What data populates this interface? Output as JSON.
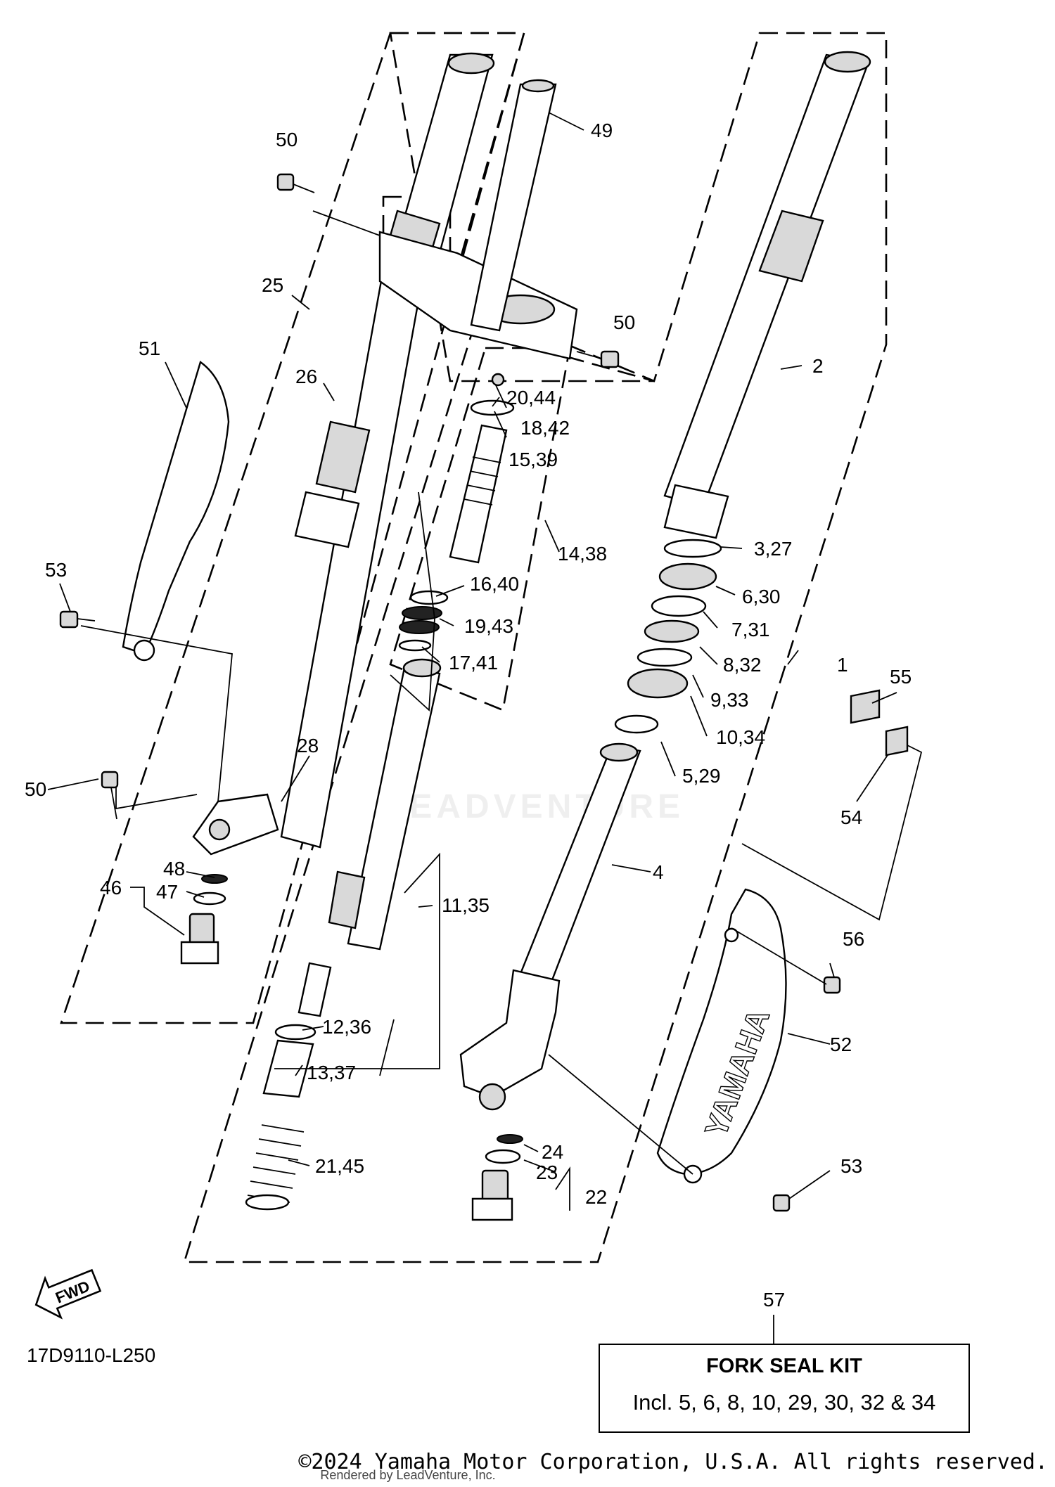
{
  "diagram_code": "17D9110-L250",
  "fwd_label": "FWD",
  "brand_mark": "YAMAHA",
  "callouts": {
    "c1": "1",
    "c2": "2",
    "c3_27": "3,27",
    "c4": "4",
    "c5_29": "5,29",
    "c6_30": "6,30",
    "c7_31": "7,31",
    "c8_32": "8,32",
    "c9_33": "9,33",
    "c10_34": "10,34",
    "c11_35": "11,35",
    "c12_36": "12,36",
    "c13_37": "13,37",
    "c14_38": "14,38",
    "c15_39": "15,39",
    "c16_40": "16,40",
    "c17_41": "17,41",
    "c18_42": "18,42",
    "c19_43": "19,43",
    "c20_44": "20,44",
    "c21_45": "21,45",
    "c22": "22",
    "c23": "23",
    "c24": "24",
    "c25": "25",
    "c26": "26",
    "c28": "28",
    "c46": "46",
    "c47": "47",
    "c48": "48",
    "c49": "49",
    "c50a": "50",
    "c50b": "50",
    "c50c": "50",
    "c51": "51",
    "c52": "52",
    "c53a": "53",
    "c53b": "53",
    "c54": "54",
    "c55": "55",
    "c56": "56",
    "c57": "57"
  },
  "kit": {
    "title": "FORK SEAL KIT",
    "contents": "Incl. 5, 6, 8, 10, 29, 30, 32 & 34"
  },
  "footer": {
    "copyright": "©2024 Yamaha Motor Corporation, U.S.A. All rights reserved.",
    "rendered_by": "Rendered by LeadVenture, Inc."
  },
  "watermark_text": "LEADVENTURE"
}
